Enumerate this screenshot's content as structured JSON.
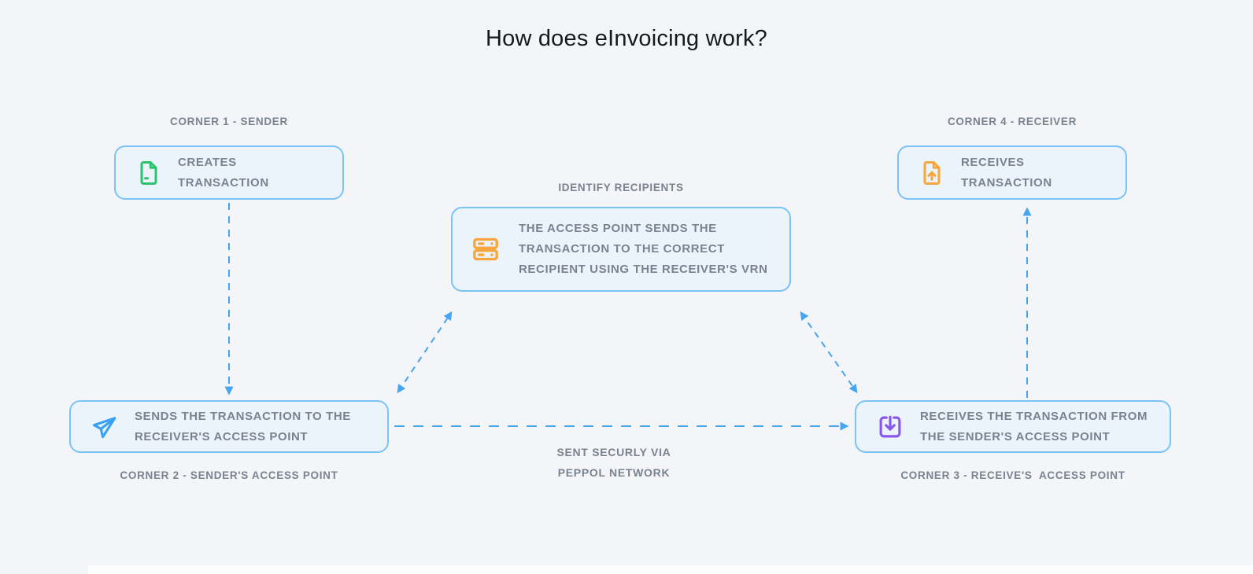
{
  "title": "How does eInvoicing work?",
  "colors": {
    "background": "#f4f5f8",
    "box_fill": "#ecf4fb",
    "box_border": "#7cc3f5",
    "arrow_blue": "#45a5f1",
    "icon_green": "#2bc36f",
    "icon_orange": "#f7a53c",
    "icon_blue": "#3aa0f2",
    "icon_purple": "#8a57ee",
    "text_gray": "#79828f",
    "title_color": "#16181c"
  },
  "nodes": {
    "corner1": {
      "label": "CORNER 1 - SENDER",
      "text": "CREATES TRANSACTION",
      "icon": "file-document-icon"
    },
    "corner4": {
      "label": "CORNER 4 - RECEIVER",
      "text": "RECEIVES TRANSACTION",
      "icon": "file-upload-icon"
    },
    "identify": {
      "label": "IDENTIFY RECIPIENTS",
      "lines": [
        "THE ACCESS POINT SENDS THE",
        "TRANSACTION TO THE CORRECT",
        "RECIPIENT USING THE RECEIVER'S VRN"
      ],
      "icon": "server-icon"
    },
    "corner2": {
      "label": "CORNER 2 - SENDER'S ACCESS POINT",
      "lines": [
        "SENDS THE TRANSACTION TO THE",
        "RECEIVER'S ACCESS POINT"
      ],
      "icon": "paper-plane-icon"
    },
    "corner3": {
      "label": "CORNER 3 - RECEIVE'S  ACCESS POINT",
      "lines": [
        "RECEIVES THE TRANSACTION FROM",
        "THE SENDER'S ACCESS POINT"
      ],
      "icon": "download-icon"
    }
  },
  "network_label": {
    "lines": [
      "SENT SECURLY VIA",
      "PEPPOL NETWORK"
    ]
  }
}
